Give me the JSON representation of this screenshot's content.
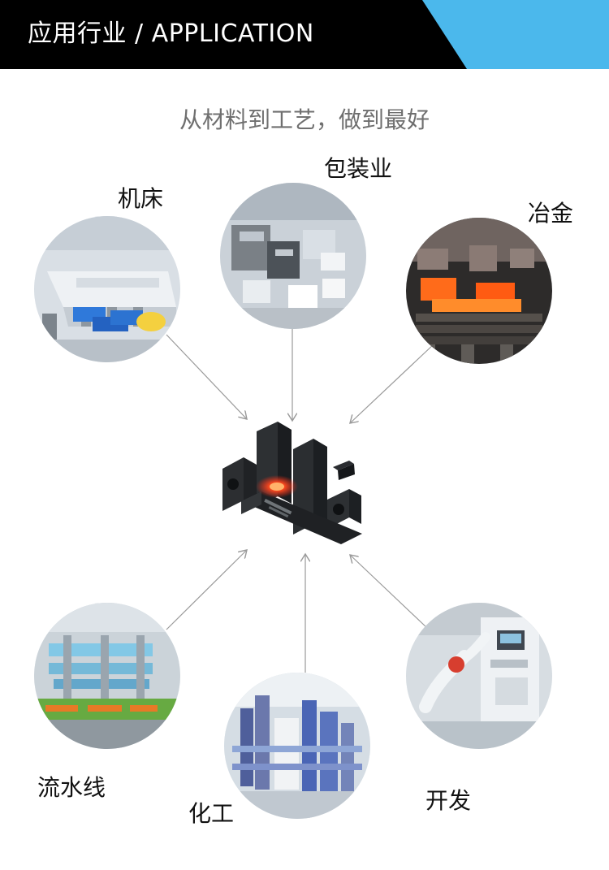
{
  "header": {
    "title": "应用行业 / APPLICATION"
  },
  "subtitle": "从材料到工艺，做到最好",
  "industries": {
    "machine_tool": {
      "label": "机床"
    },
    "packaging": {
      "label": "包装业"
    },
    "metallurgy": {
      "label": "冶金"
    },
    "assembly_line": {
      "label": "流水线"
    },
    "chemical": {
      "label": "化工"
    },
    "development": {
      "label": "开发"
    }
  },
  "colors": {
    "header_black": "#000000",
    "header_blue": "#4bb8ec",
    "subtitle_gray": "#6f6f6f",
    "arrow_gray": "#9a9a9a",
    "sensor_glow": "#ff2a17"
  },
  "icons": {
    "arrow": "arrow-icon",
    "sensor": "photoelectric-sensor-icon"
  }
}
